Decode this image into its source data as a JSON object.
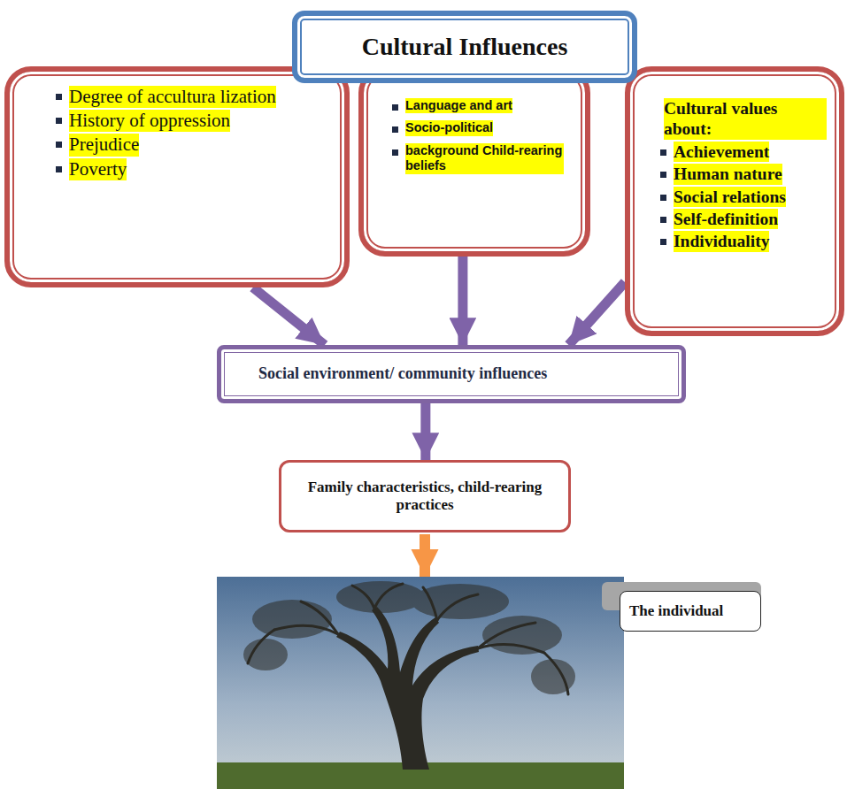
{
  "diagram": {
    "nodes": [
      {
        "text": [
          "Cultural Influences"
        ]
      },
      {
        "text": [
          "Degree of accultura lization",
          "History of oppression",
          "Prejudice",
          "Poverty"
        ]
      },
      {
        "text": [
          "Language and art",
          "Socio-political",
          "background Child-rearing beliefs"
        ]
      },
      {
        "text": [
          "Cultural values about:",
          "Achievement",
          "Human nature",
          "Social relations",
          "Self-definition",
          "Individuality"
        ]
      },
      {
        "text": [
          "Social environment/ community influences"
        ]
      },
      {
        "text": [
          "Family characteristics, child-rearing practices"
        ]
      },
      {
        "text": [
          "The individual"
        ]
      }
    ],
    "edges": [
      {
        "from": 1,
        "to": 4,
        "arrow": "to"
      },
      {
        "from": 2,
        "to": 4,
        "arrow": "to"
      },
      {
        "from": 3,
        "to": 4,
        "arrow": "to"
      },
      {
        "from": 4,
        "to": 5,
        "arrow": "to"
      }
    ]
  }
}
